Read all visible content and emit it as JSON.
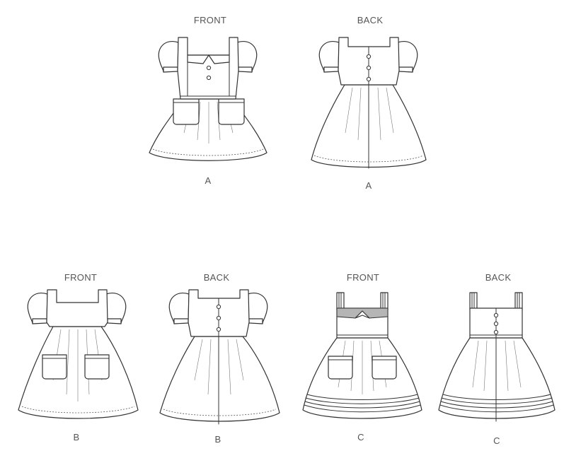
{
  "labels": {
    "a_front_title": "FRONT",
    "a_back_title": "BACK",
    "a_front_caption": "A",
    "a_back_caption": "A",
    "b_front_title": "FRONT",
    "b_back_title": "BACK",
    "b_front_caption": "B",
    "b_back_caption": "B",
    "c_front_title": "FRONT",
    "c_back_title": "BACK",
    "c_front_caption": "C",
    "c_back_caption": "C"
  }
}
